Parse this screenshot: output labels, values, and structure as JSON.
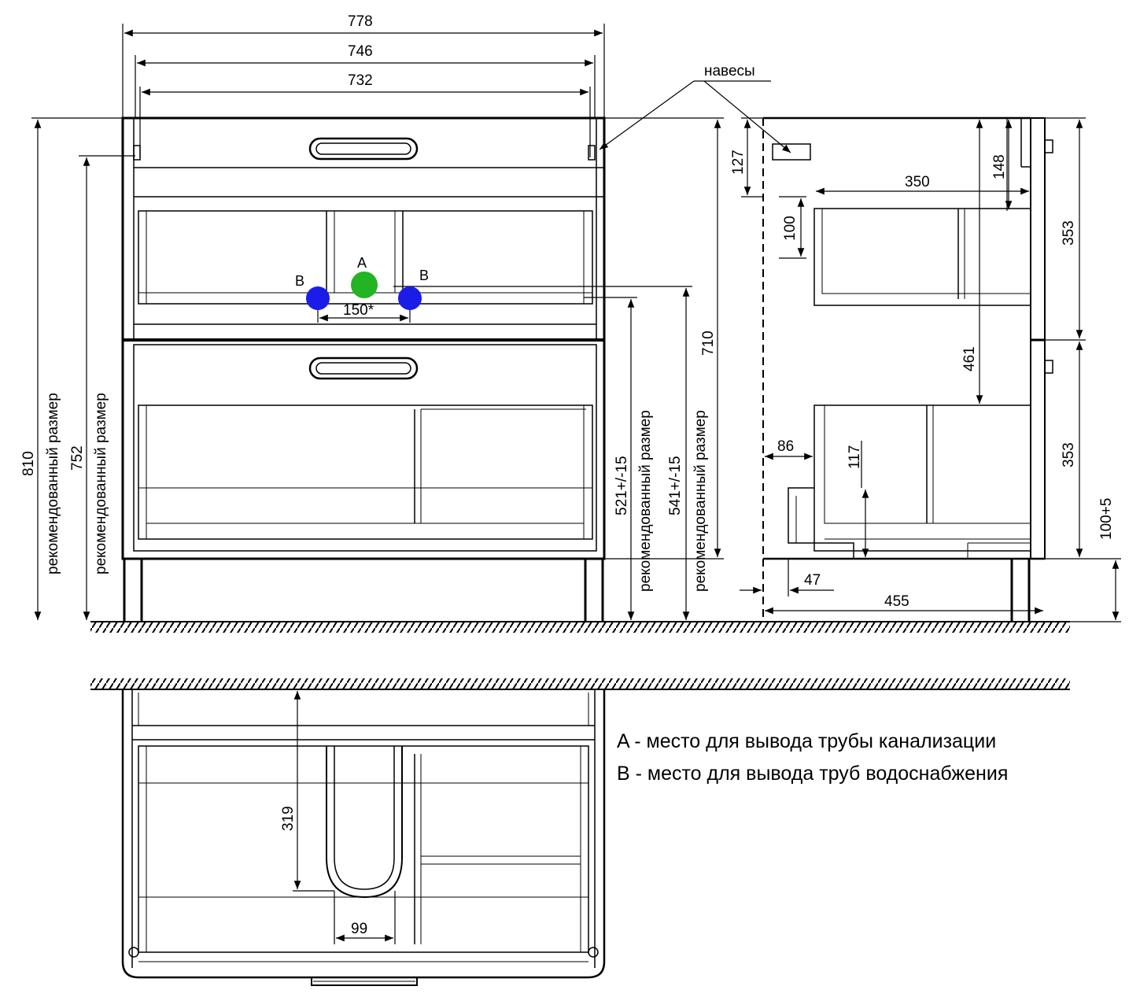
{
  "dimensions": {
    "w778": "778",
    "w746": "746",
    "w732": "732",
    "hinges": "навесы",
    "h810": "810",
    "h752": "752",
    "recommended": "рекомендованный размер",
    "h521": "521+/-15",
    "h541": "541+/-15",
    "h710": "710",
    "d150": "150*",
    "h127": "127",
    "h100": "100",
    "h148": "148",
    "d350": "350",
    "h353_top": "353",
    "h461": "461",
    "h353_bottom": "353",
    "d86": "86",
    "h117": "117",
    "h100_5": "100+5",
    "d47": "47",
    "d455": "455",
    "d319": "319",
    "d99": "99"
  },
  "markers": {
    "a_label": "A",
    "b_label": "B",
    "a_color": "#22b422",
    "b_color": "#1c1ce8"
  },
  "legend": {
    "a": "A - место для вывода трубы канализации",
    "b": "B - место для вывода труб водоснабжения"
  }
}
